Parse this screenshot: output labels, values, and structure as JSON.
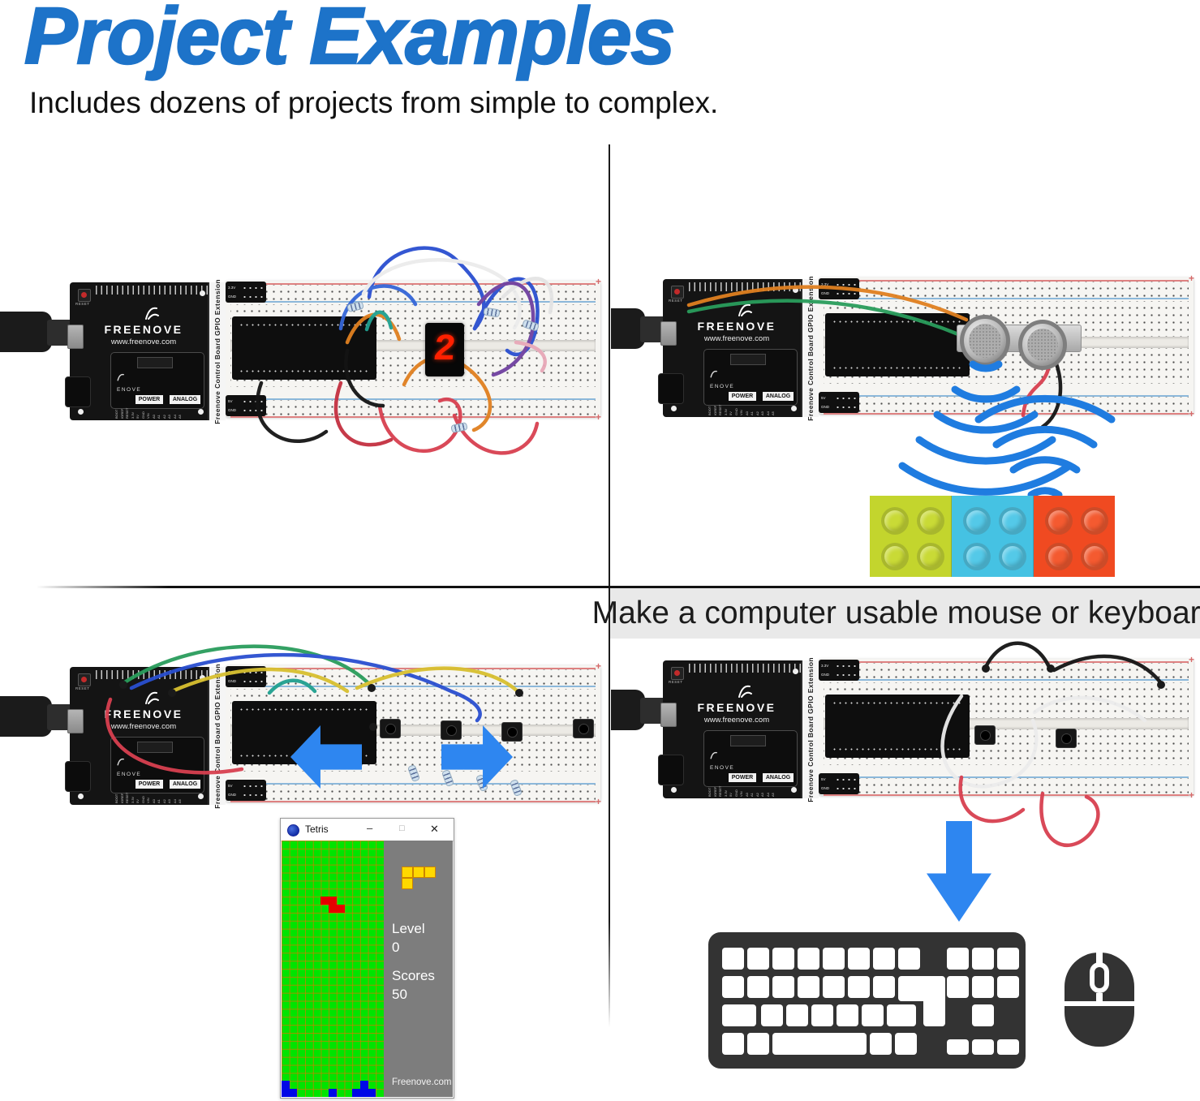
{
  "header": {
    "title": "Project Examples",
    "subtitle": "Includes dozens of projects from simple to complex."
  },
  "banner": {
    "text": "Make a computer usable mouse or keyboard"
  },
  "board": {
    "brand": "FREENOVE",
    "website": "www.freenove.com",
    "reset_label": "RESET",
    "module_label": "ENOVE",
    "power_label": "POWER",
    "analog_label": "ANALOG",
    "strip_label": "Freenove Control Board GPIO Extension",
    "pins": [
      "BOOT",
      "IOREF",
      "RESET",
      "3.3V",
      "5V",
      "GND",
      "VIN",
      "A0",
      "A1",
      "A2",
      "A3",
      "A4",
      "A5"
    ],
    "rail_top": [
      "3.3V",
      "GND"
    ],
    "rail_bottom": [
      "5V",
      "GND"
    ]
  },
  "breadboard": {
    "plus": "+"
  },
  "seven_segment": {
    "value": "2"
  },
  "tetris": {
    "title": "Tetris",
    "minimize": "–",
    "maximize": "□",
    "close": "✕",
    "level_label": "Level",
    "level_value": "0",
    "scores_label": "Scores",
    "scores_value": "50",
    "footer": "Freenove.com",
    "field": {
      "cols": 13,
      "rows": 32,
      "pieces": [
        {
          "color": "#e60000",
          "cells": [
            [
              7,
              5
            ],
            [
              7,
              6
            ],
            [
              8,
              6
            ],
            [
              8,
              7
            ]
          ]
        },
        {
          "color": "#0008e6",
          "cells": [
            [
              30,
              0
            ],
            [
              30,
              10
            ],
            [
              31,
              0
            ],
            [
              31,
              1
            ],
            [
              31,
              6
            ],
            [
              31,
              9
            ],
            [
              31,
              10
            ],
            [
              31,
              11
            ]
          ]
        }
      ]
    },
    "next_piece": {
      "color": "#ffd900",
      "cells": [
        [
          0,
          0
        ],
        [
          0,
          1
        ],
        [
          0,
          2
        ],
        [
          1,
          0
        ]
      ]
    }
  },
  "colors": {
    "title_blue": "#1d73c9",
    "arrow_blue": "#2e86f0",
    "wave_blue": "#1f7ce0",
    "tetris_green": "#00e400",
    "panel_gray": "#7d7d7d",
    "lego_green": "#c3d52d",
    "lego_cyan": "#45c2e3",
    "lego_red": "#f04a21",
    "keyboard_dark": "#333333"
  }
}
